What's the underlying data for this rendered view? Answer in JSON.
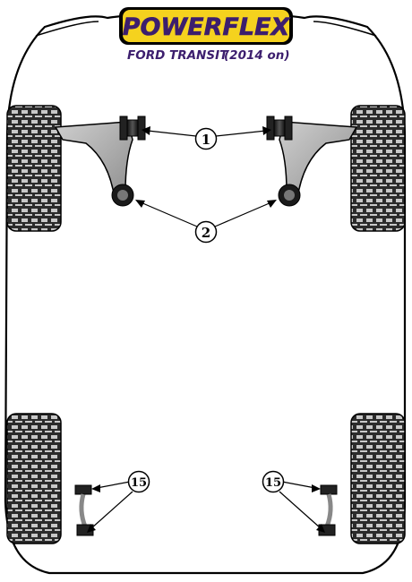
{
  "header": {
    "brand": "POWERFLEX",
    "model": "FORD TRANSIT",
    "year": "(2014 on)"
  },
  "callouts": [
    {
      "id": "1",
      "label": "1"
    },
    {
      "id": "2",
      "label": "2"
    },
    {
      "id": "15a",
      "label": "15"
    },
    {
      "id": "15b",
      "label": "15"
    }
  ],
  "colors": {
    "brand_yellow": "#f5d21e",
    "brand_purple": "#3c1e6e",
    "arm_grey": "#a8a8a8",
    "bush_dark": "#2a2a2a",
    "outline": "#000000"
  },
  "icons": {
    "wheel": "tyre-tread-icon",
    "bush": "bush-icon",
    "arm": "wishbone-arm-icon",
    "link": "drop-link-icon"
  }
}
